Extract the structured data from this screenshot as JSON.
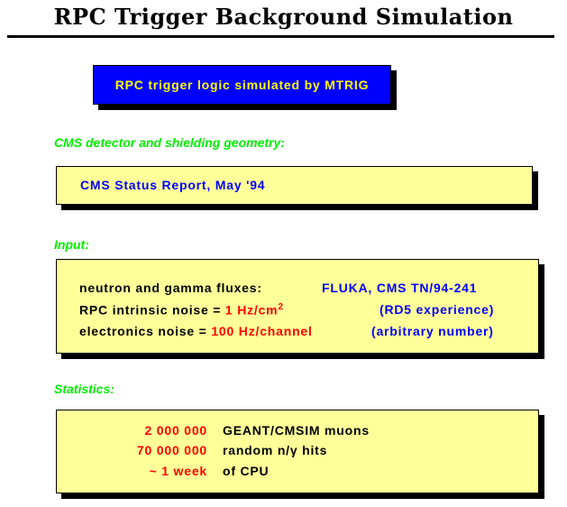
{
  "title": "RPC Trigger  Background Simulation",
  "banner": "RPC trigger logic simulated by MTRIG",
  "colors": {
    "accent_green": "#00ee00",
    "blue": "#0000ff",
    "red": "#ff0000",
    "box_yellow": "#ffff99",
    "banner_text": "#ffff00"
  },
  "geometry": {
    "label": "CMS detector and shielding geometry:",
    "text": "CMS Status Report, May '94"
  },
  "input": {
    "label": "Input:",
    "rows": [
      {
        "text": "neutron and gamma fluxes:",
        "value": "FLUKA, CMS TN/94-241"
      },
      {
        "text": "RPC intrinsic noise = ",
        "value": "1 Hz/cm",
        "sup": "2",
        "note": "(RD5 experience)"
      },
      {
        "text": "electronics noise = ",
        "value": "100 Hz/channel",
        "note": "(arbitrary number)"
      }
    ]
  },
  "statistics": {
    "label": "Statistics:",
    "rows": [
      {
        "value": "2 000 000",
        "text": "GEANT/CMSIM  muons"
      },
      {
        "value": "70 000 000",
        "text": "random n/γ hits"
      },
      {
        "value": "~ 1 week",
        "text": "of CPU"
      }
    ]
  }
}
